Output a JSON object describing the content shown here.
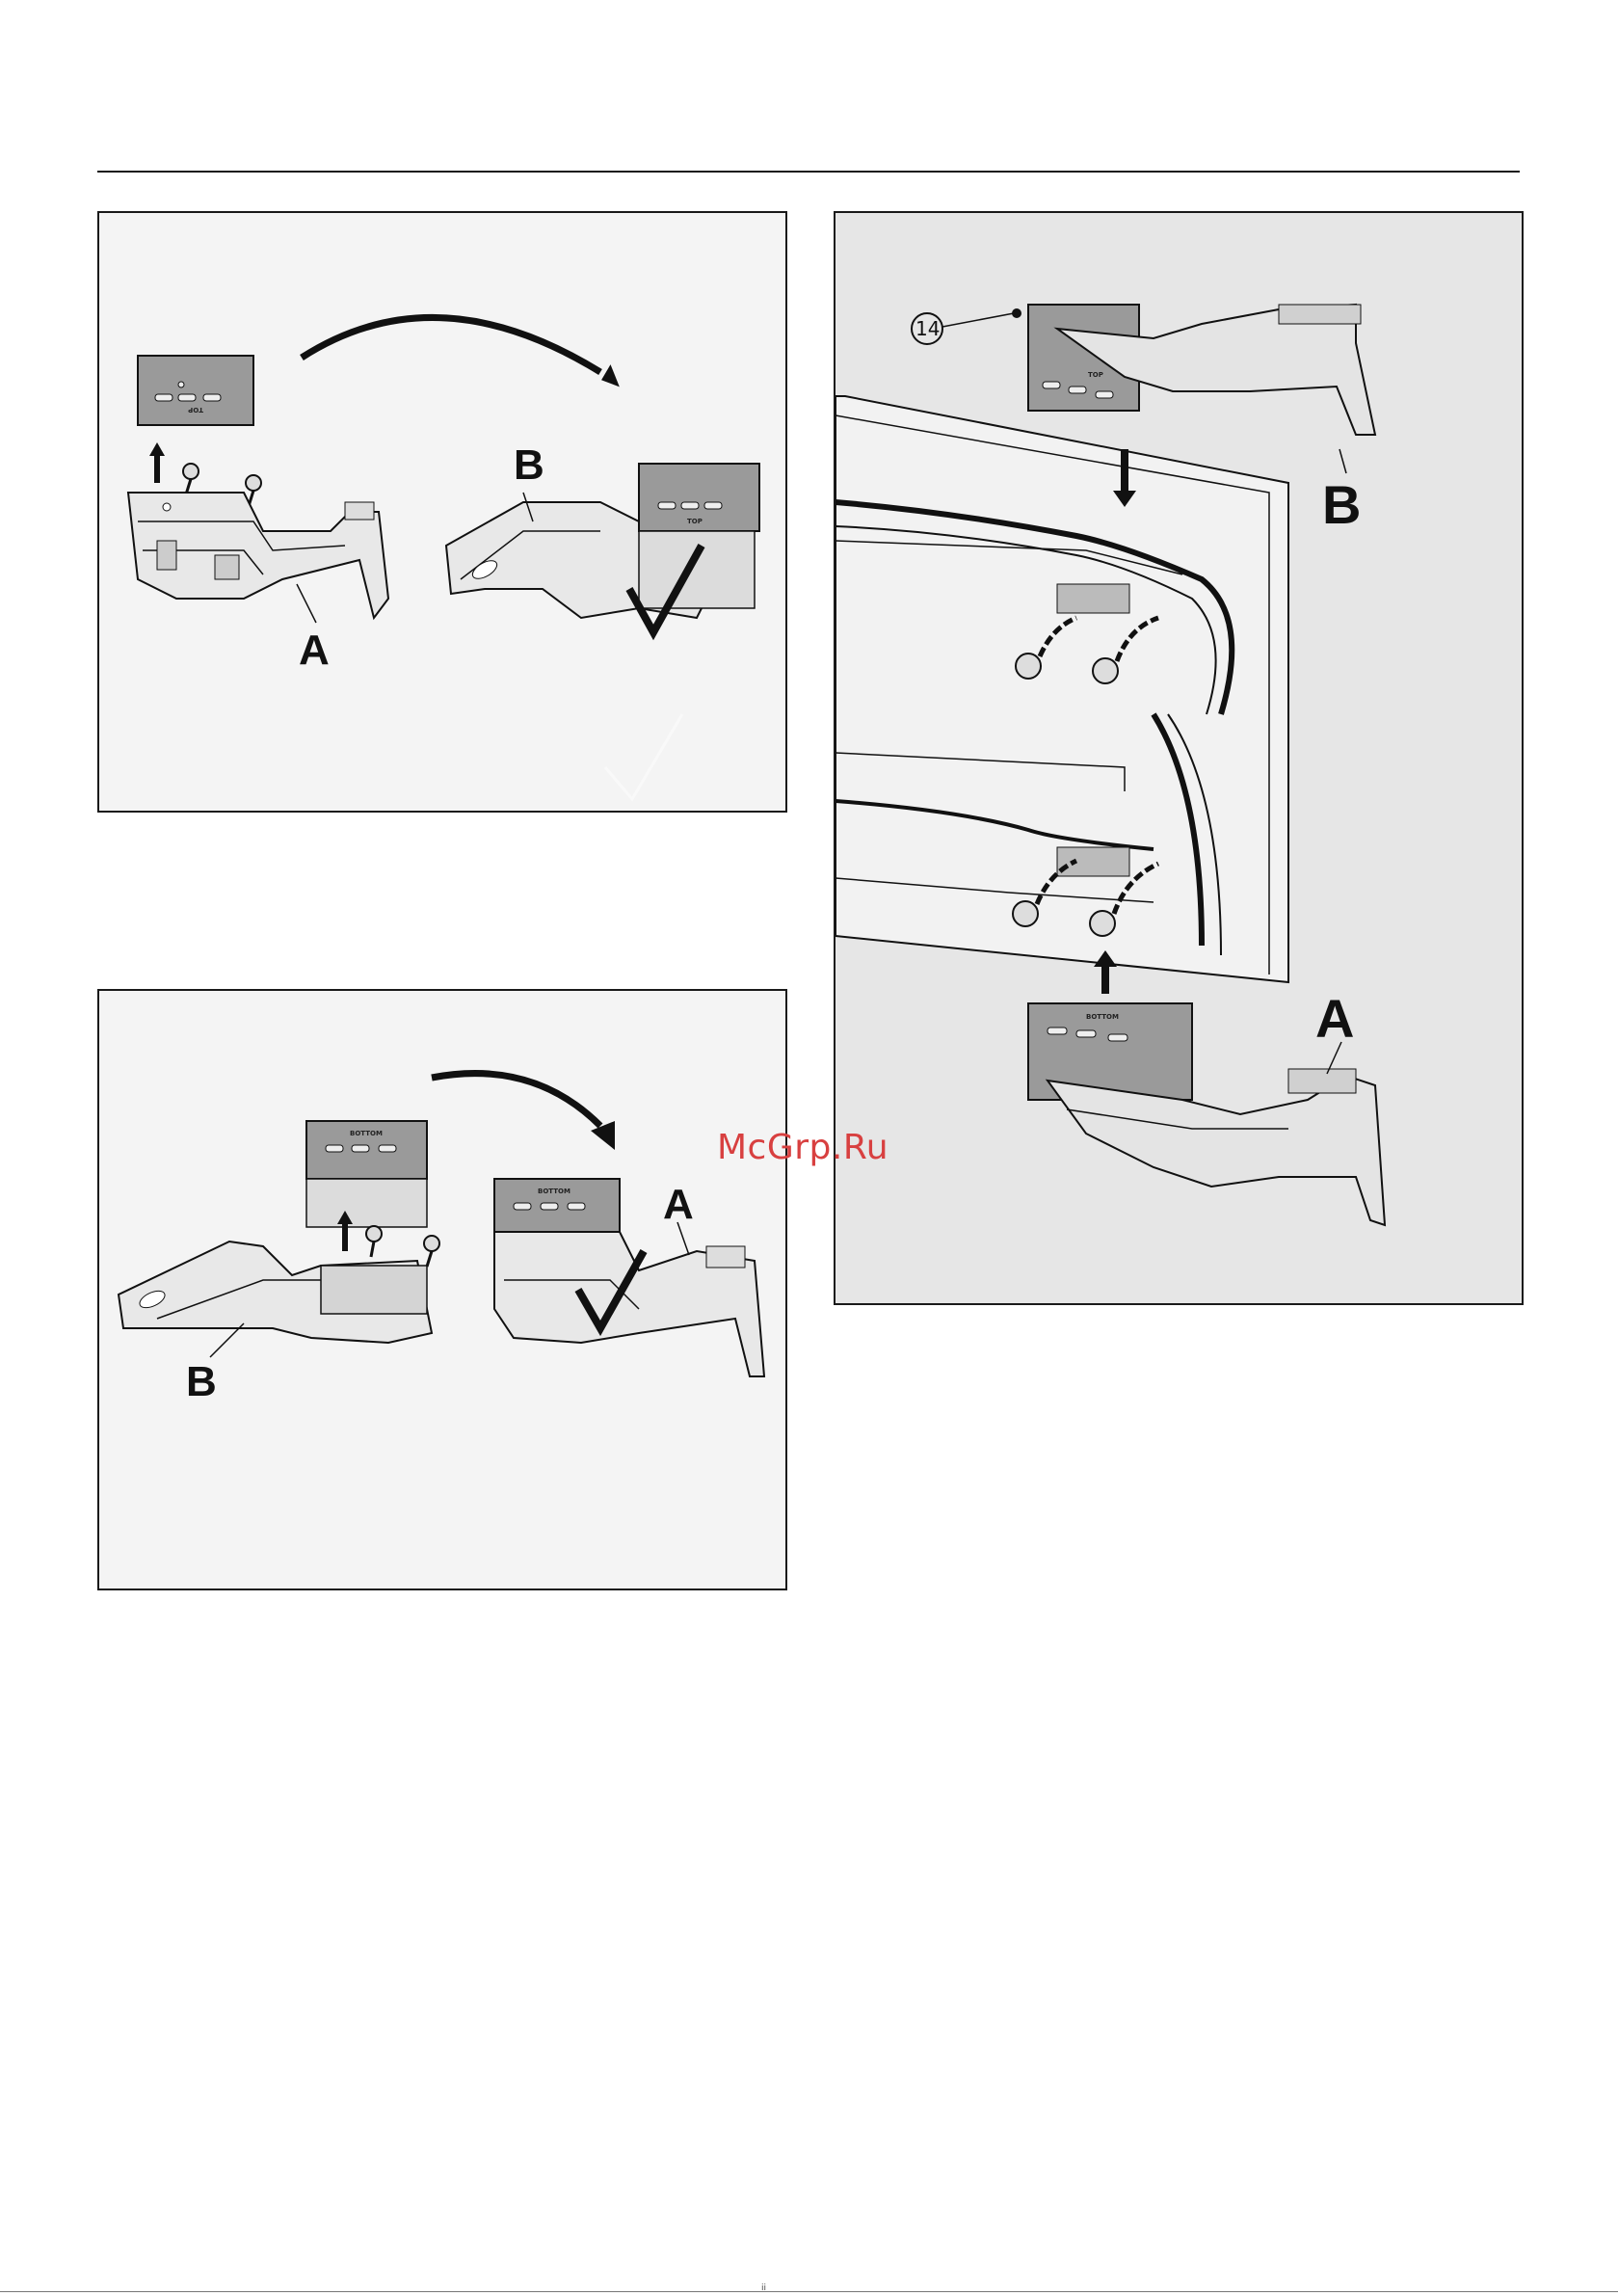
{
  "figure_1": {
    "label_a": "A",
    "label_b": "B",
    "stamp_top": "TOP"
  },
  "figure_2": {
    "label_a": "A",
    "label_b": "B",
    "stamp_bottom": "BOTTOM"
  },
  "figure_3": {
    "callout": "14",
    "label_a": "A",
    "label_b": "B",
    "stamp_top": "TOP",
    "stamp_bottom": "BOTTOM"
  },
  "watermark": "McGrp.Ru",
  "footer_mark": "ii"
}
